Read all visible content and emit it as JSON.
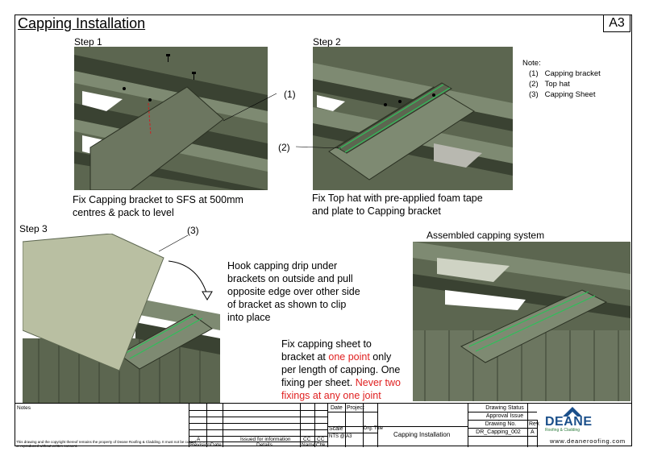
{
  "title": "Capping Installation",
  "sheet_size": "A3",
  "steps": {
    "step1": {
      "label": "Step 1",
      "caption_line1": "Fix Capping bracket to SFS at 500mm",
      "caption_line2": "centres & pack to level"
    },
    "step2": {
      "label": "Step 2",
      "caption_line1": "Fix Top hat with pre-applied foam tape",
      "caption_line2": "and plate to Capping bracket"
    },
    "step3": {
      "label": "Step 3",
      "hook_line1": "Hook capping drip under",
      "hook_line2": "brackets on outside and pull",
      "hook_line3": "opposite edge over other side",
      "hook_line4": "of bracket as shown to clip",
      "hook_line5": "into place",
      "fix_line1": "Fix capping sheet to",
      "fix_line2a": "bracket at ",
      "fix_line2b": "one point",
      "fix_line2c": " only",
      "fix_line3": "per length of capping. One",
      "fix_line4a": "fixing per sheet. ",
      "fix_line4b": "Never two",
      "fix_line5": "fixings at any one joint"
    },
    "assembled": {
      "label": "Assembled capping system"
    }
  },
  "callouts": {
    "c1": "(1)",
    "c2": "(2)",
    "c3": "(3)"
  },
  "note": {
    "heading": "Note:",
    "items": [
      {
        "num": "(1)",
        "text": "Capping bracket"
      },
      {
        "num": "(2)",
        "text": "Top hat"
      },
      {
        "num": "(3)",
        "text": "Capping Sheet"
      }
    ]
  },
  "title_block": {
    "notes_label": "Notes",
    "issued_for_info": "Issued for information",
    "rev_letter": "A",
    "cc1": "CC",
    "cc2": "CC",
    "revision_label": "Revision",
    "date_label": "Date",
    "details_label": "Details",
    "name_label": "Name",
    "chk_label": "Chk",
    "date_head": "Date",
    "project_head": "Project",
    "scale_head": "Scale",
    "drg_title_head": "Drg. Title",
    "scale_value": "NTS @ A3",
    "drg_title": "Capping Installation",
    "drawing_status_head": "Drawing Status",
    "drawing_status": "Approval Issue",
    "drawing_no_head": "Drawing No.",
    "rev_head": "Rev.",
    "drawing_no": "DR_Capping_002",
    "rev": "A",
    "logo_word": "DEANE",
    "logo_sub": "Roofing & Cladding",
    "website": "www.deaneroofing.com",
    "footer_small": "This drawing and the copyright thereof remains the property of Deane Roofing & Cladding. It must not be copied or reproduced without written consent."
  },
  "colors": {
    "steel": "#5c6650",
    "steel_light": "#7e8a72",
    "steel_dark": "#3a4232",
    "capping": "#b9bfa2",
    "tape": "#2fbf5a",
    "red_text": "#e02020",
    "logo_blue": "#1a4f8a"
  }
}
